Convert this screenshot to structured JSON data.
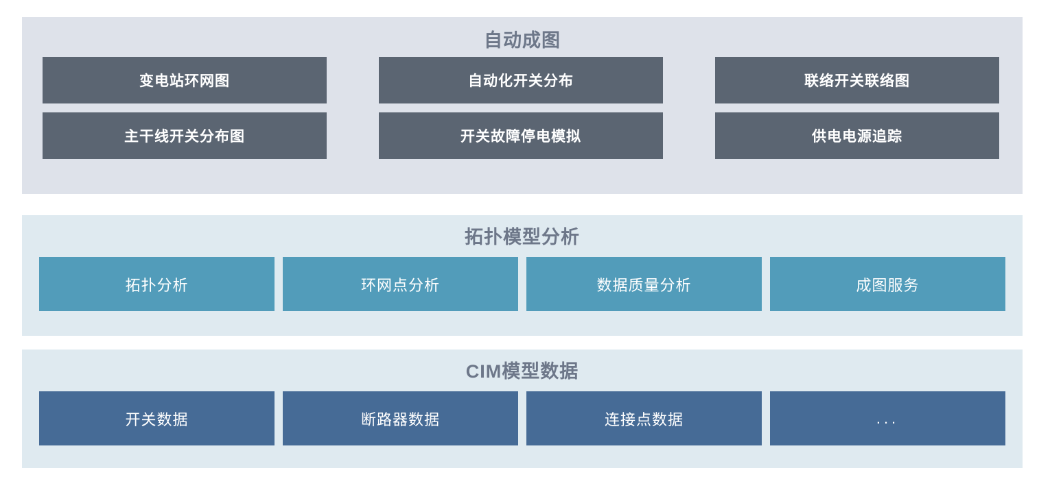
{
  "colors": {
    "page_background": "#ffffff",
    "panel_automap_background": "#dee2ea",
    "panel_topology_background": "#dfeaf0",
    "panel_cim_background": "#dfeaf0",
    "title_text": "#6d7789",
    "button_dark": "#5b6572",
    "button_teal": "#529cba",
    "button_steel": "#466b96",
    "button_text": "#ffffff"
  },
  "panels": [
    {
      "id": "automap",
      "title": "自动成图",
      "buttons": [
        {
          "label": "变电站环网图"
        },
        {
          "label": "自动化开关分布"
        },
        {
          "label": "联络开关联络图"
        },
        {
          "label": "主干线开关分布图"
        },
        {
          "label": "开关故障停电模拟"
        },
        {
          "label": "供电电源追踪"
        }
      ]
    },
    {
      "id": "topology",
      "title": "拓扑模型分析",
      "buttons": [
        {
          "label": "拓扑分析"
        },
        {
          "label": "环网点分析"
        },
        {
          "label": "数据质量分析"
        },
        {
          "label": "成图服务"
        }
      ]
    },
    {
      "id": "cim",
      "title": "CIM模型数据",
      "buttons": [
        {
          "label": "开关数据"
        },
        {
          "label": "断路器数据"
        },
        {
          "label": "连接点数据"
        },
        {
          "label": "..."
        }
      ]
    }
  ]
}
